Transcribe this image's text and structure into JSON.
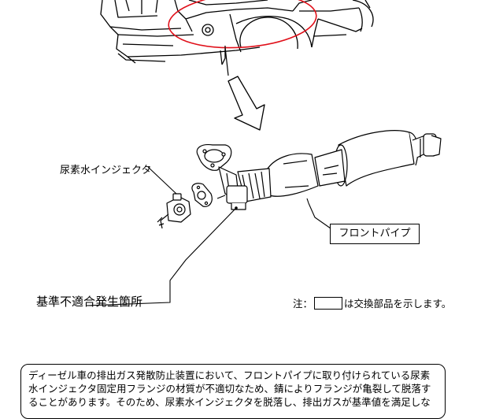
{
  "labels": {
    "injector": "尿素水インジェクタ",
    "front_pipe": "フロントパイプ",
    "defect_location": "基準不適合発生箇所"
  },
  "legend": {
    "prefix": "注：",
    "suffix": "は交換部品を示します。"
  },
  "description": {
    "line1": "ディーゼル車の排出ガス発散防止装置において、フロントパイプに取り付けられている尿素",
    "line2": "水インジェクタ固定用フランジの材質が不適切なため、錆によりフランジが亀裂して脱落す",
    "line3": "ることがあります。そのため、尿素水インジェクタを脱落し、排出ガスが基準値を満足しな"
  },
  "colors": {
    "highlight_ellipse": "#e0101a",
    "line": "#000000"
  }
}
